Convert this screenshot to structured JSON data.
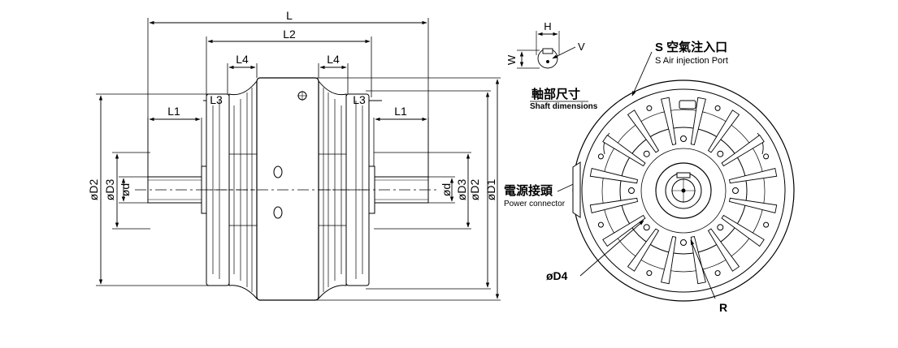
{
  "side_view": {
    "dims": {
      "L": "L",
      "L2": "L2",
      "L4_left": "L4",
      "L4_right": "L4",
      "L3_left": "L3",
      "L3_right": "L3",
      "L1_left": "L1",
      "L1_right": "L1",
      "D2_left": "øD2",
      "D3_left": "øD3",
      "d_left": "ød",
      "d_right": "ød",
      "D3_right": "øD3",
      "D2_right": "øD2",
      "D1": "øD1"
    }
  },
  "shaft_detail": {
    "H": "H",
    "V": "V",
    "W": "W",
    "title_cn": "軸部尺寸",
    "title_en": "Shaft dimensions"
  },
  "power": {
    "cn": "電源接頭",
    "en": "Power connector"
  },
  "front_view": {
    "air_port_cn": "S 空氣注入口",
    "air_port_en": "S Air injection Port",
    "D4": "øD4",
    "R": "R"
  }
}
